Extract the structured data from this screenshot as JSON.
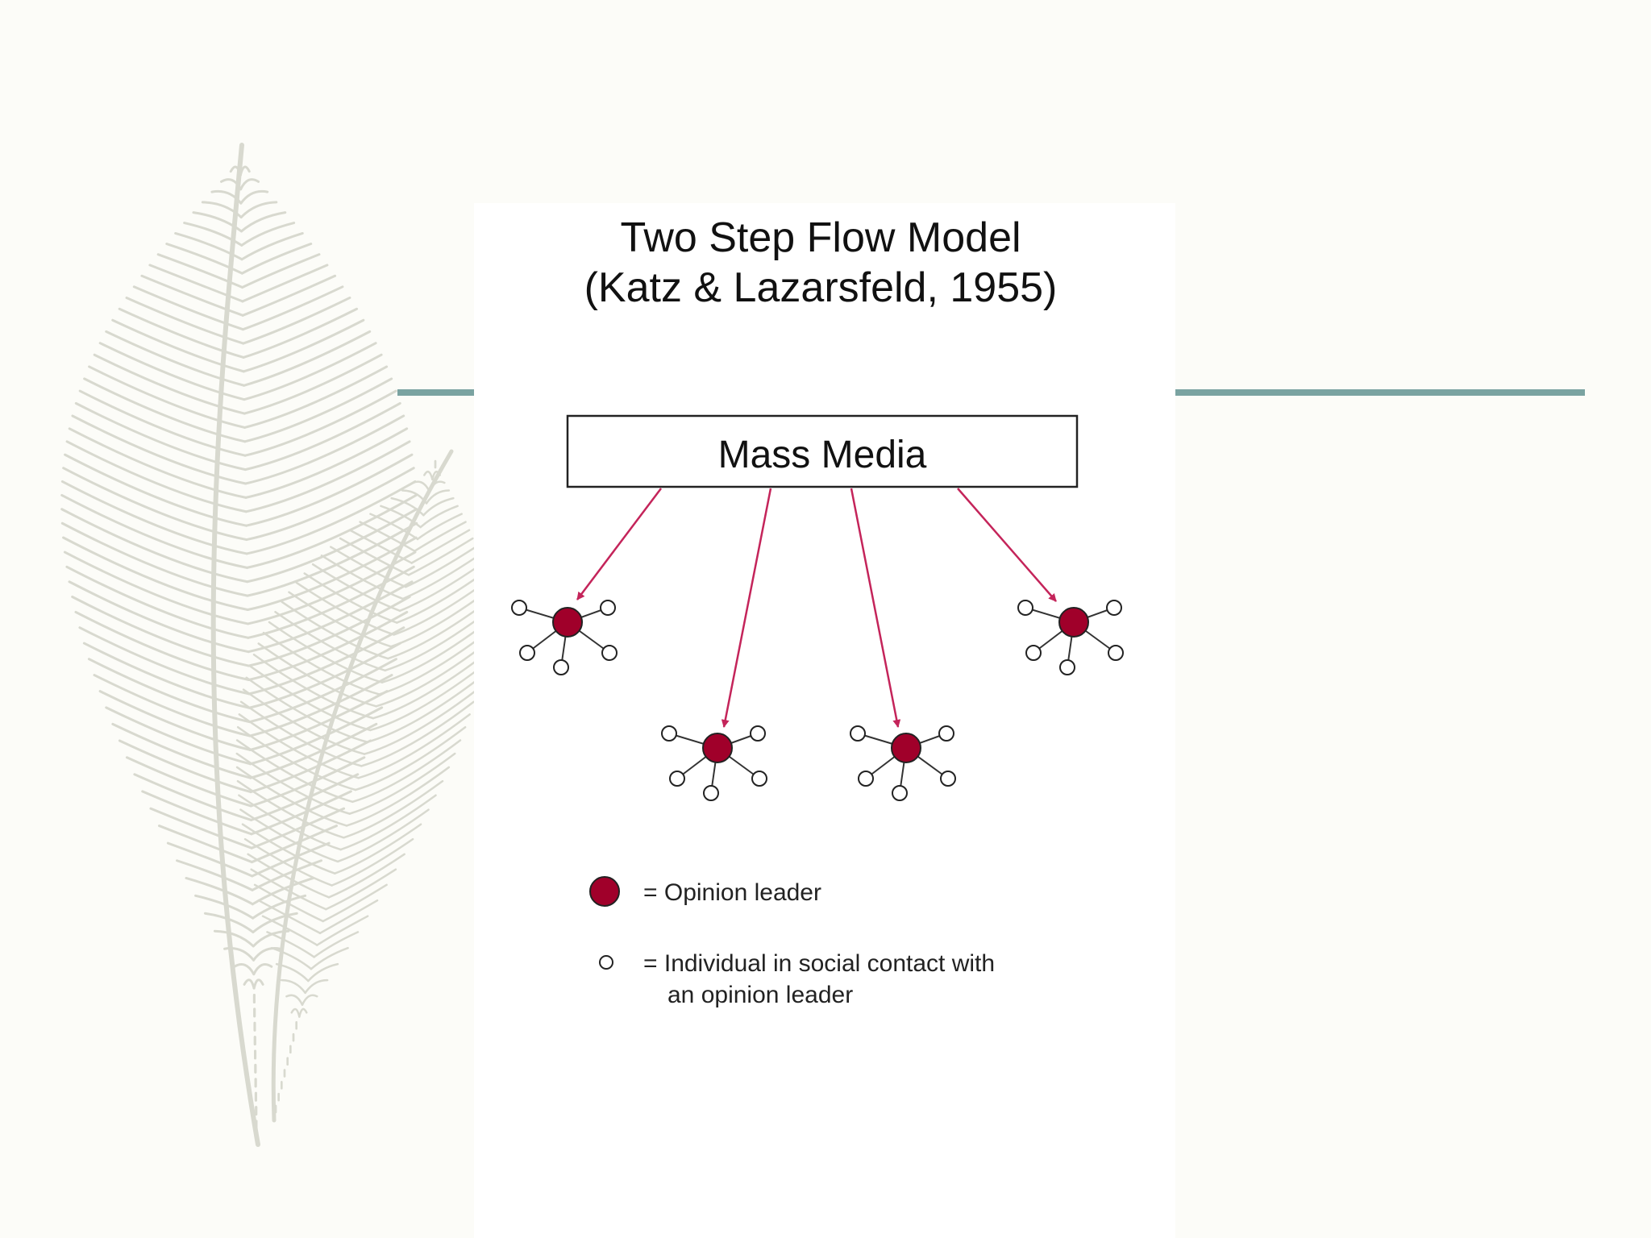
{
  "diagram": {
    "title_line1": "Two Step Flow Model",
    "title_line2": "(Katz & Lazarsfeld, 1955)",
    "source_label": "Mass Media",
    "legend": {
      "leader_label": "= Opinion leader",
      "individual_label_line1": "= Individual in social contact with",
      "individual_label_line2": "an opinion leader"
    },
    "colors": {
      "leader_fill": "#a0002a",
      "arrow": "#c4245a",
      "accent_rule": "#7aa3a1"
    }
  }
}
